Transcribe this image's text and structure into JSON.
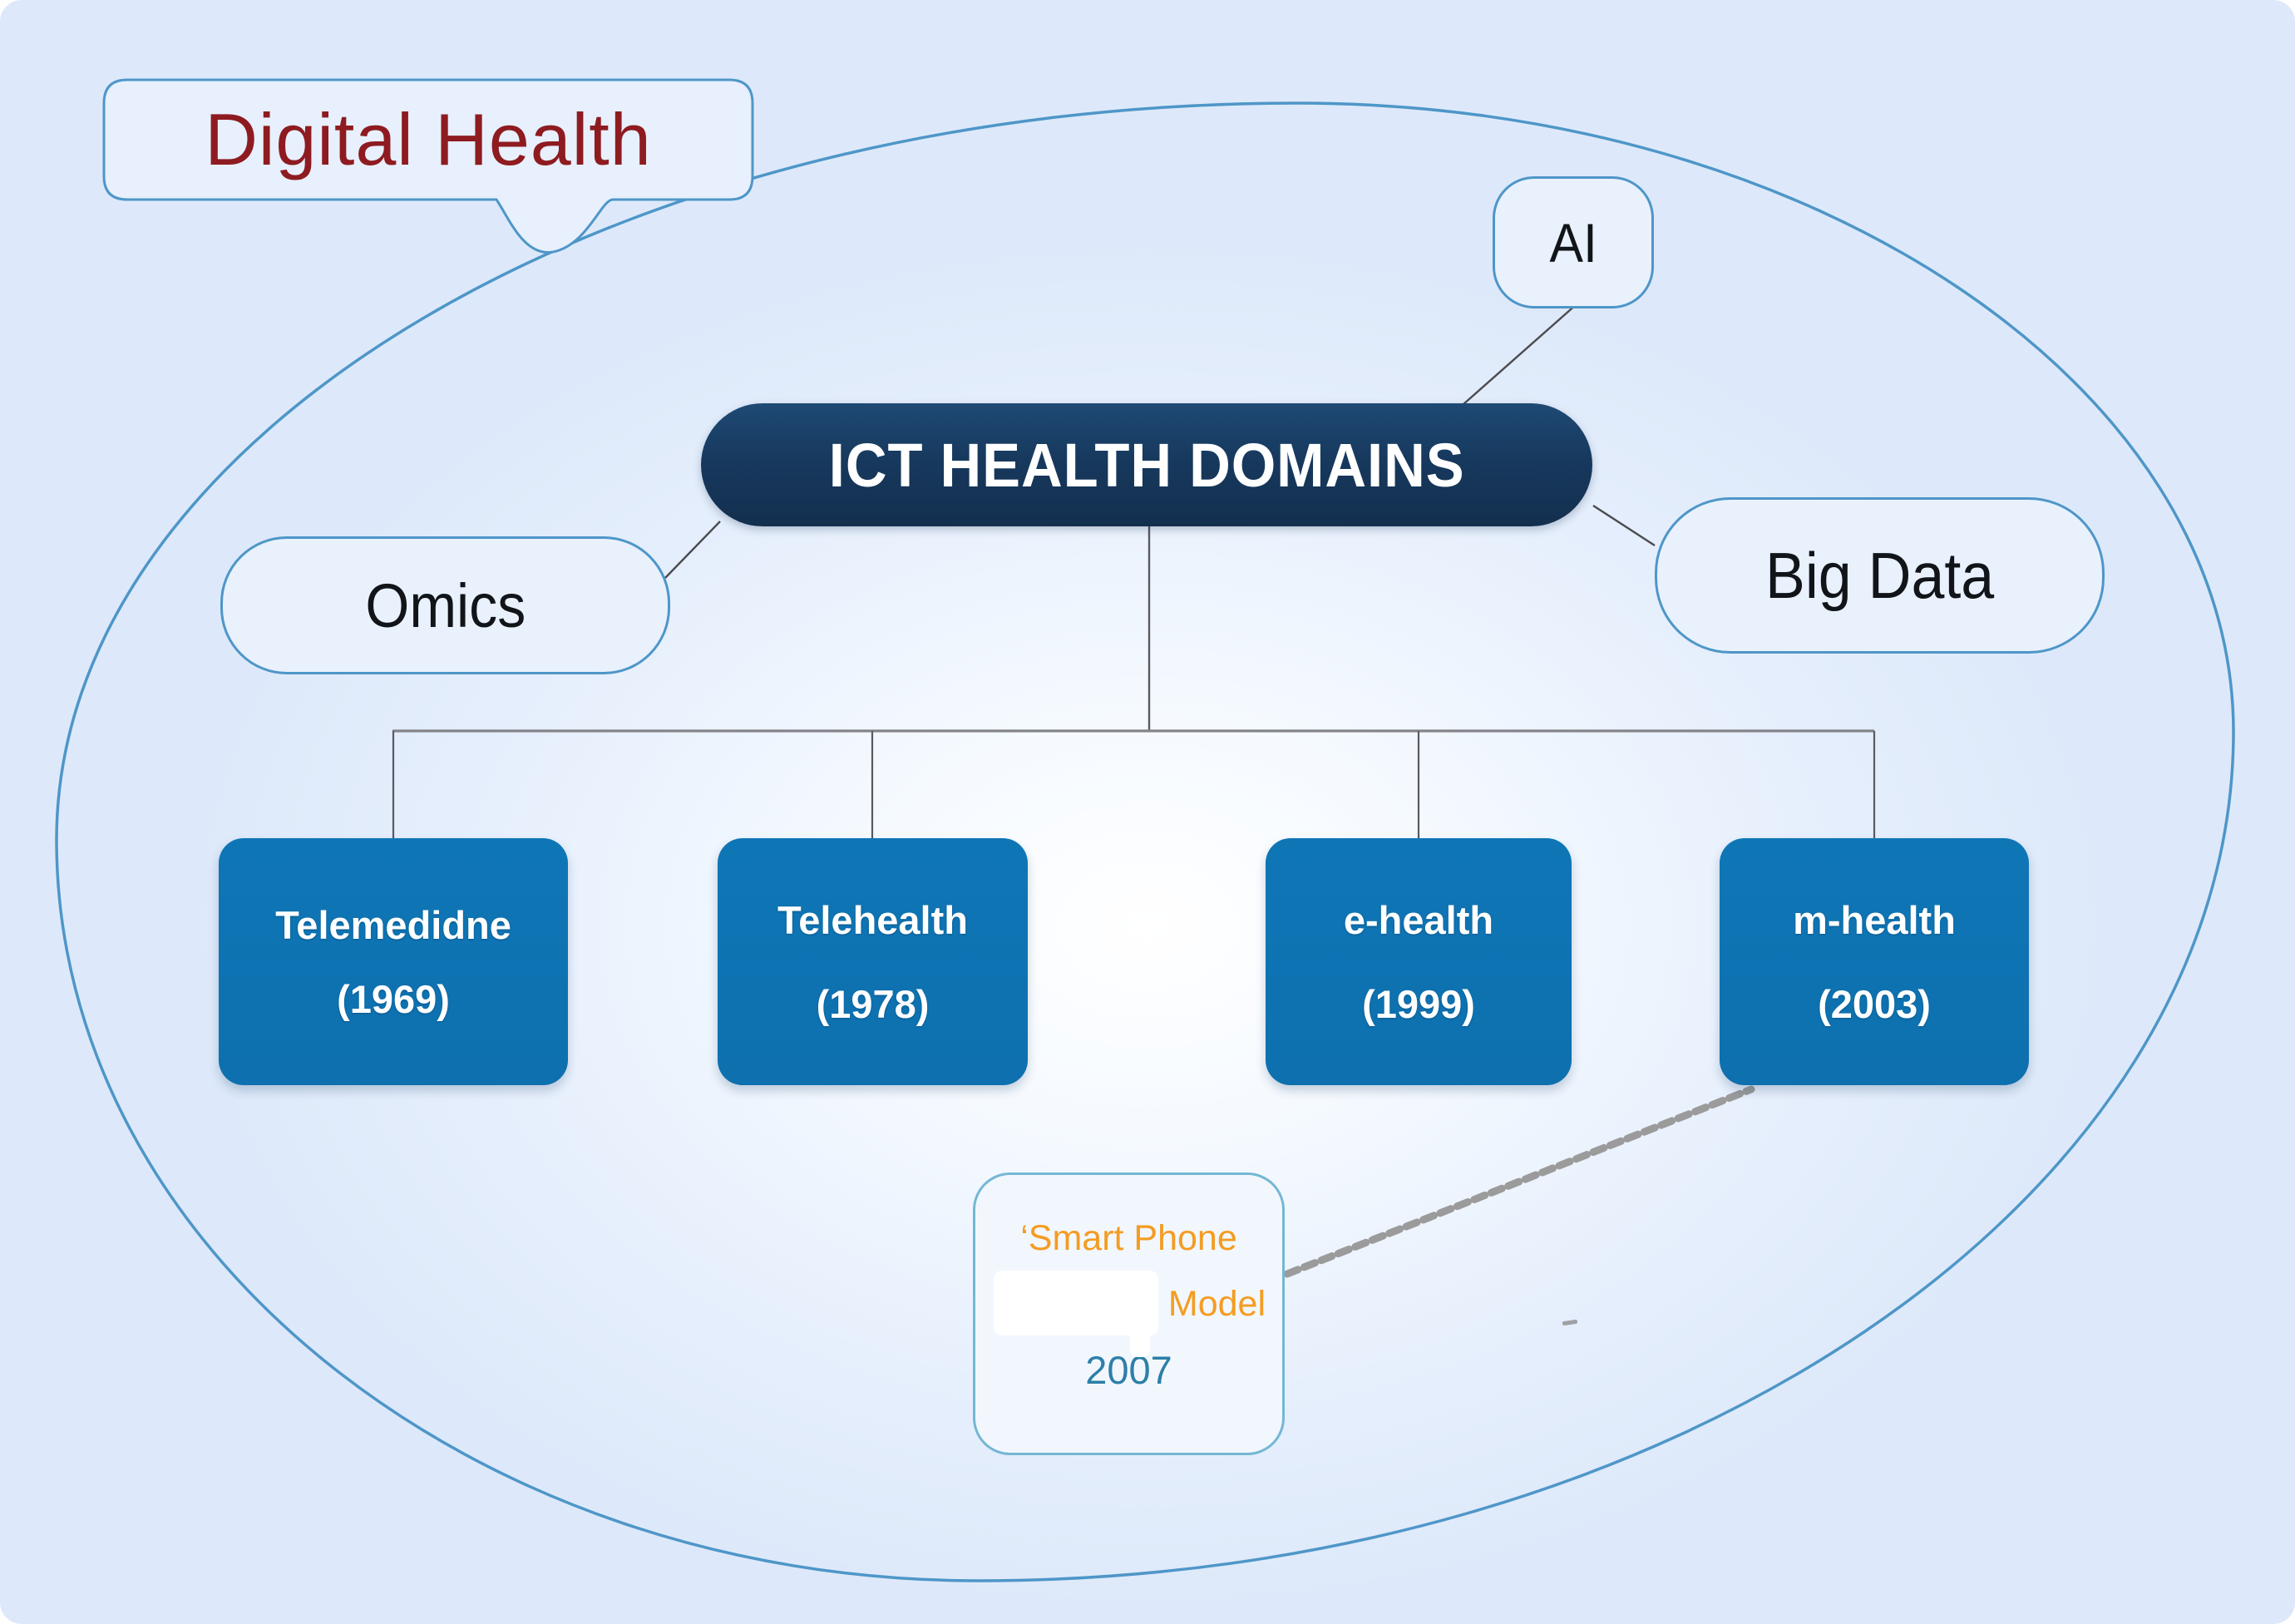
{
  "bubble": {
    "label": "Digital Health"
  },
  "root": {
    "label": "ICT HEALTH DOMAINS"
  },
  "satellites": {
    "ai": "AI",
    "omics": "Omics",
    "bigdata": "Big Data"
  },
  "domains": [
    {
      "name": "Telemedidne",
      "year": "(1969)"
    },
    {
      "name": "Telehealth",
      "year": "(1978)"
    },
    {
      "name": "e-health",
      "year": "(1999)"
    },
    {
      "name": "m-health",
      "year": "(2003)"
    }
  ],
  "note": {
    "line1": "‘Smart Phone",
    "line2_suffix": "Model",
    "line3": "2007"
  },
  "colors": {
    "background_edge": "#dde9fa",
    "background_glow": "#ffffff",
    "ellipse_stroke": "#4e96c8",
    "root_navy": "#17395e",
    "domain_box_blue": "#0f76b6",
    "bubble_text_maroon": "#8e1b20",
    "note_orange": "#f49c22",
    "note_year_blue": "#2d7fa8",
    "connector_gray": "#4b4b50",
    "dashed_link_gray": "#9b9b9b"
  }
}
